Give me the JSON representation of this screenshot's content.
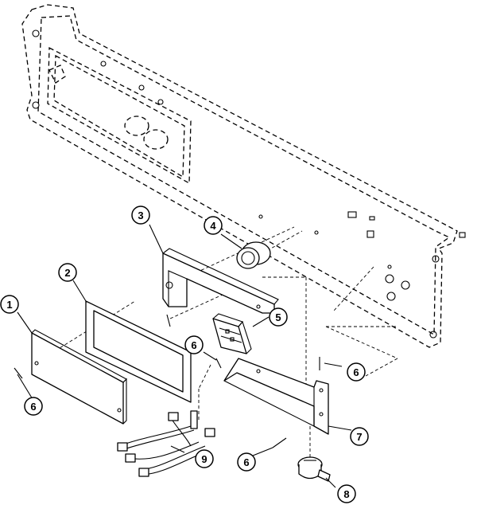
{
  "callouts": [
    {
      "id": "c1",
      "label": "1"
    },
    {
      "id": "c2",
      "label": "2"
    },
    {
      "id": "c3",
      "label": "3"
    },
    {
      "id": "c4",
      "label": "4"
    },
    {
      "id": "c5",
      "label": "5"
    },
    {
      "id": "c6a",
      "label": "6"
    },
    {
      "id": "c6b",
      "label": "6"
    },
    {
      "id": "c6c",
      "label": "6"
    },
    {
      "id": "c6d",
      "label": "6"
    },
    {
      "id": "c7",
      "label": "7"
    },
    {
      "id": "c8",
      "label": "8"
    },
    {
      "id": "c9",
      "label": "9"
    }
  ]
}
